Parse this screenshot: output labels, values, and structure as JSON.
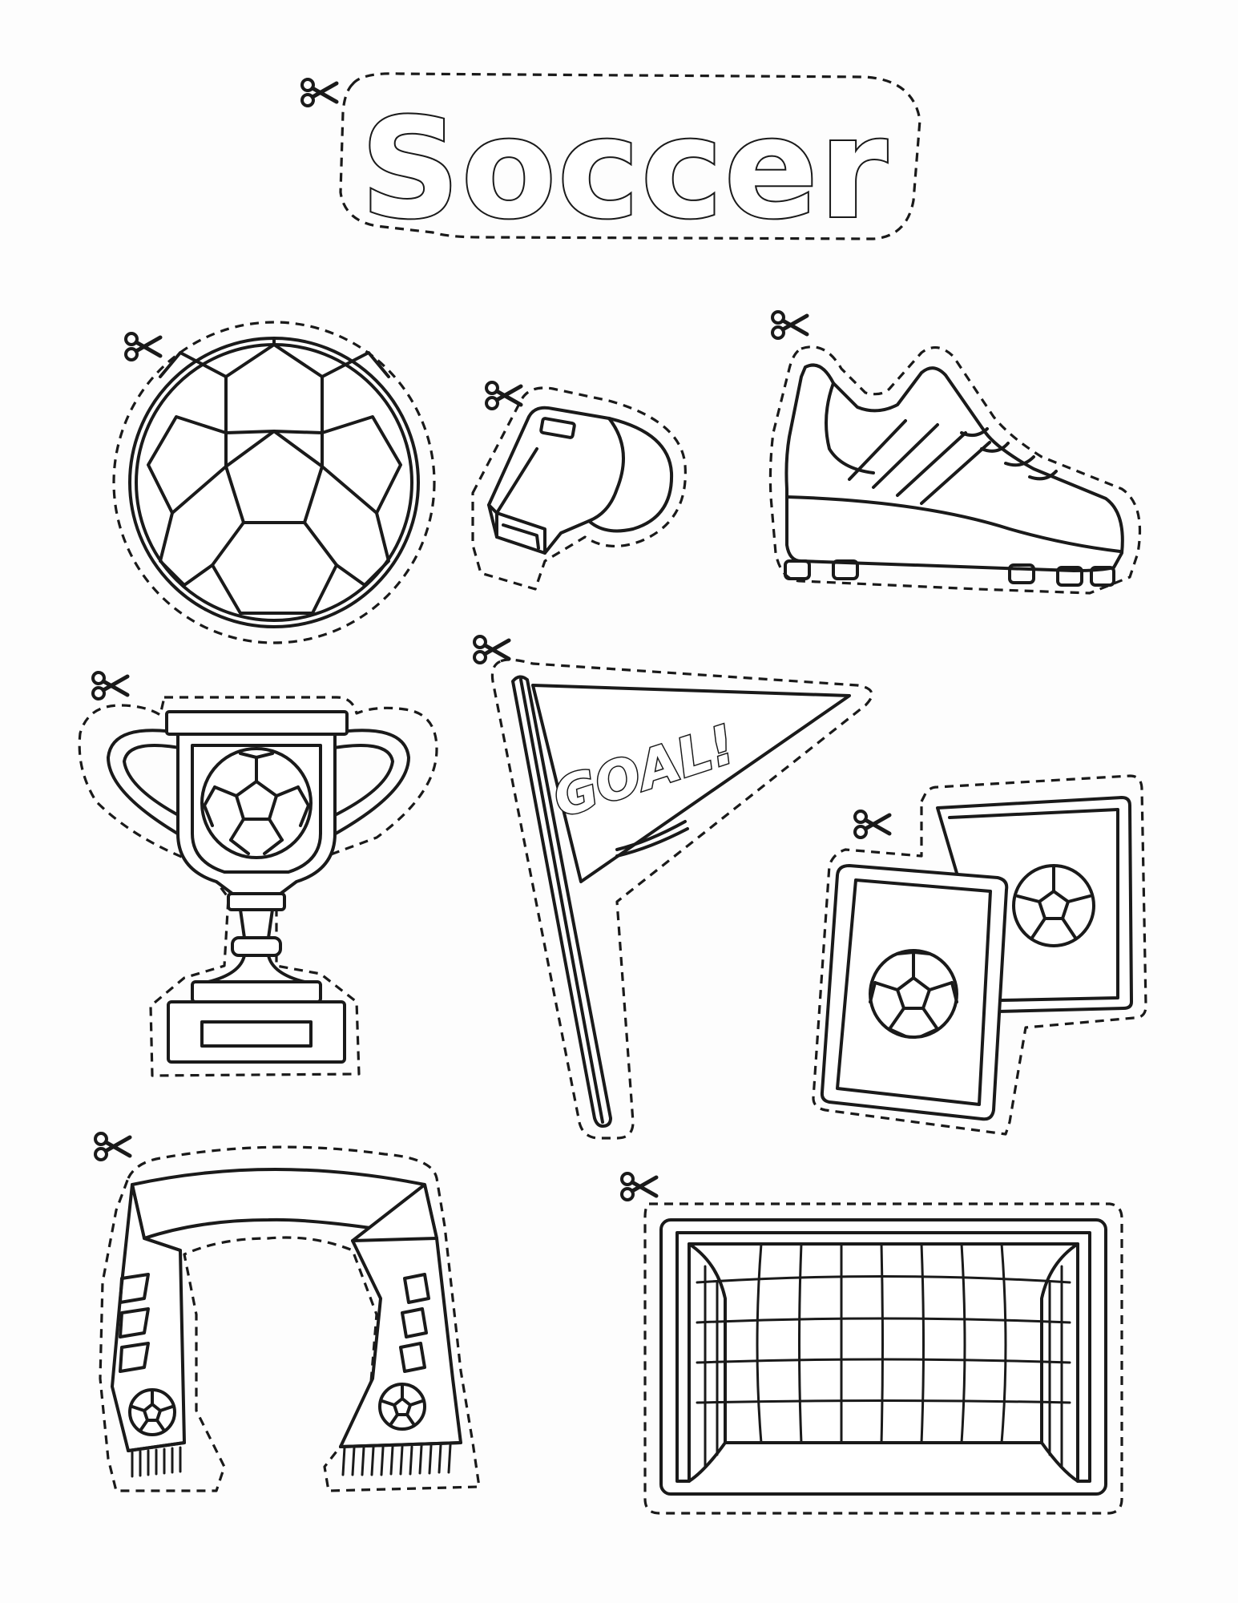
{
  "title": "Soccer",
  "flag_text": "GOAL!",
  "colors": {
    "line": "#1a1a1a",
    "paper": "#fdfdfd"
  },
  "stickers": [
    {
      "name": "soccer-ball",
      "icon": "soccer-ball-icon"
    },
    {
      "name": "whistle",
      "icon": "whistle-icon"
    },
    {
      "name": "cleat",
      "icon": "soccer-cleat-icon"
    },
    {
      "name": "trophy",
      "icon": "trophy-icon"
    },
    {
      "name": "pennant",
      "icon": "goal-pennant-icon"
    },
    {
      "name": "cards",
      "icon": "player-cards-icon"
    },
    {
      "name": "scarf",
      "icon": "scarf-icon"
    },
    {
      "name": "goal-net",
      "icon": "goal-net-icon"
    }
  ],
  "cut_marker_icon": "scissors-icon"
}
